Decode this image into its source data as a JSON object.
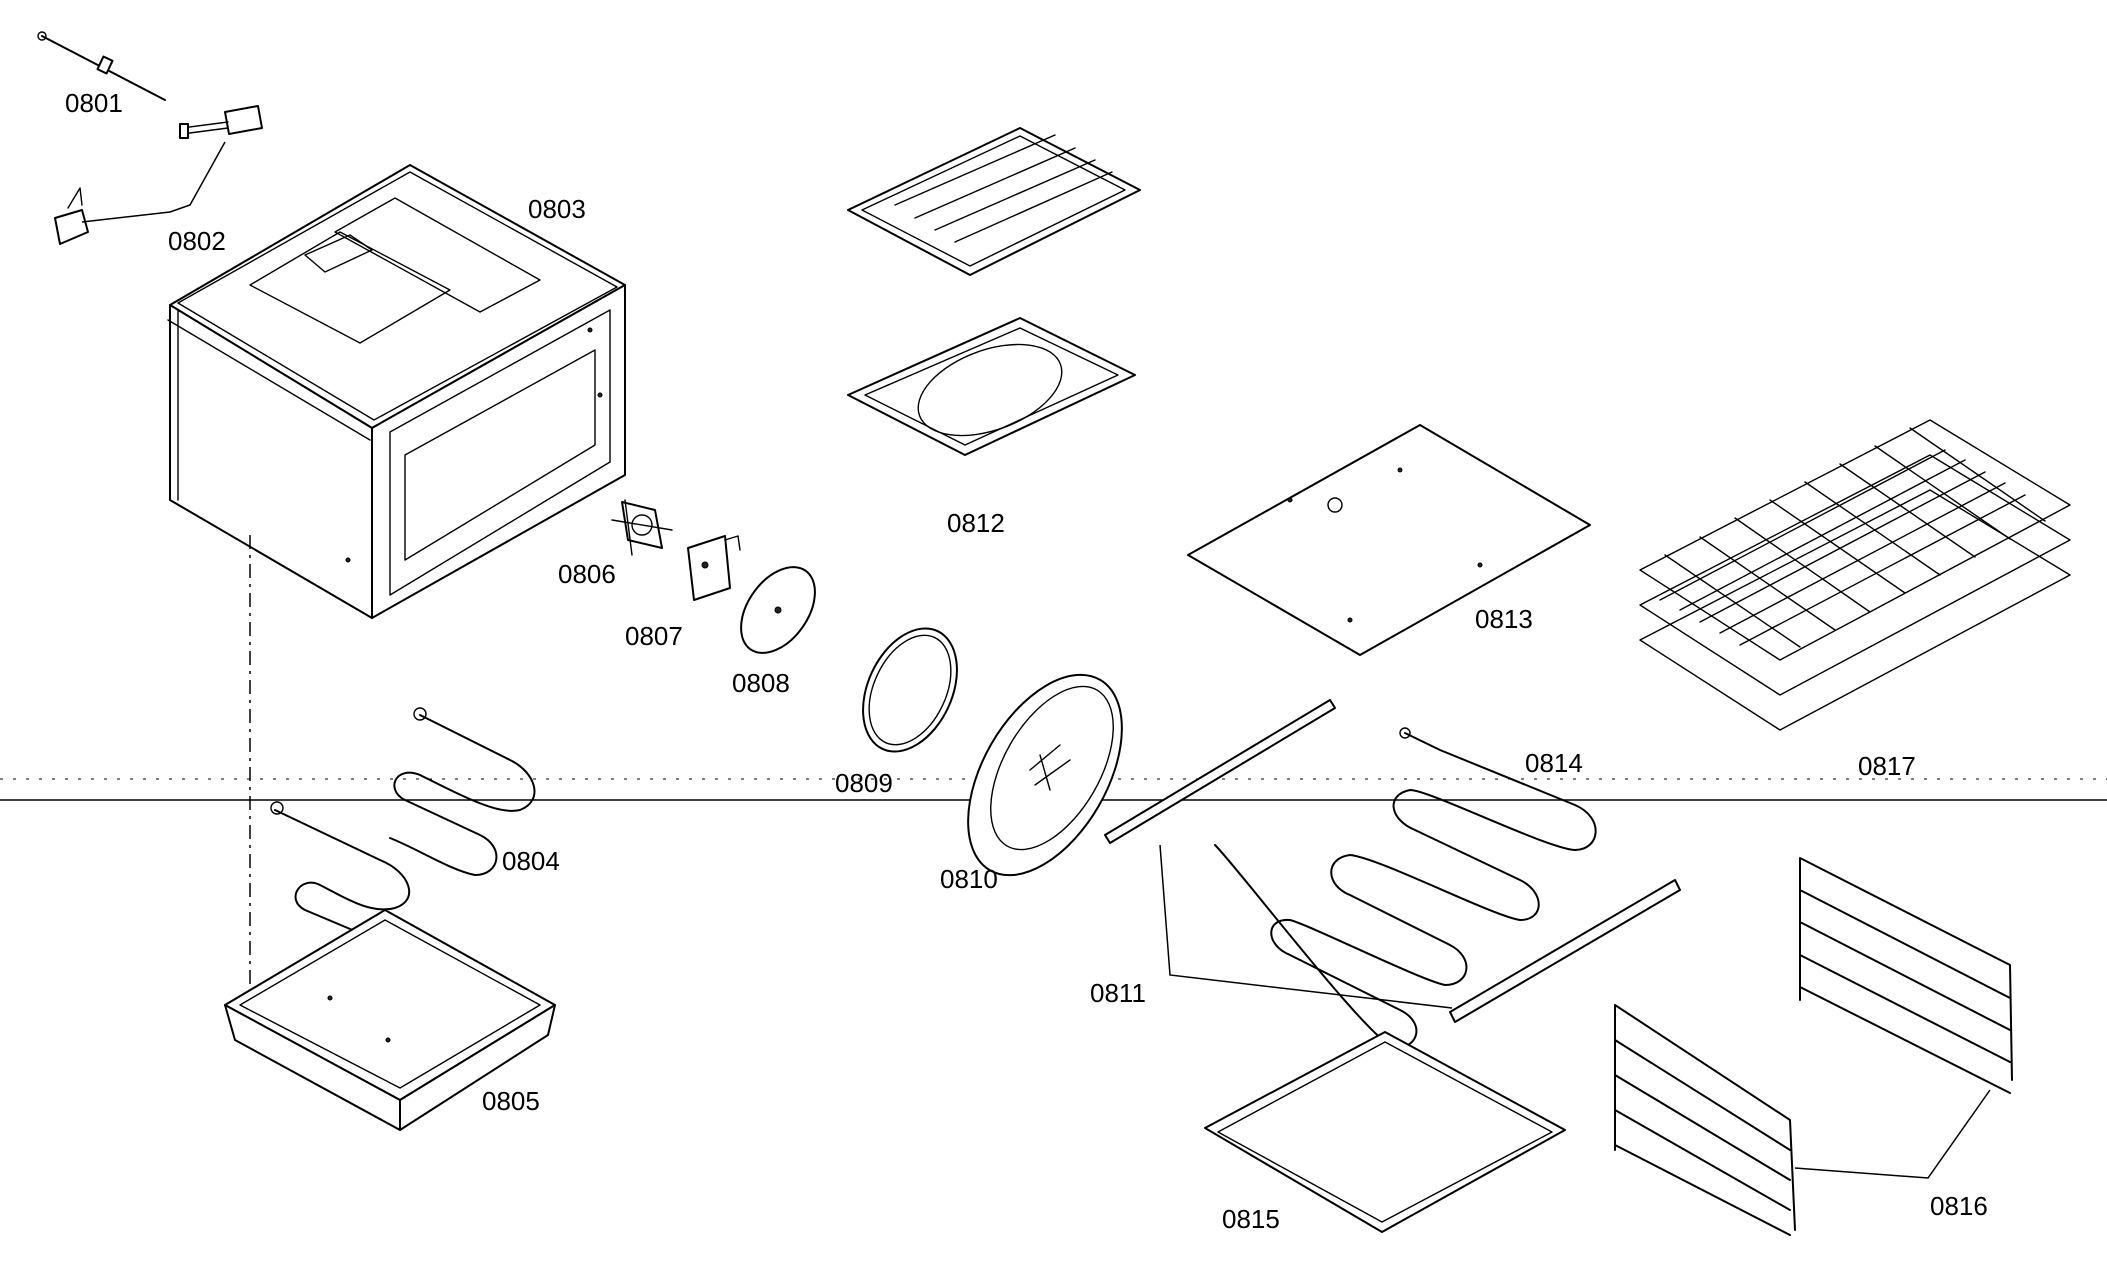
{
  "diagram": {
    "callouts": [
      {
        "id": "0801",
        "text": "0801"
      },
      {
        "id": "0802",
        "text": "0802"
      },
      {
        "id": "0803",
        "text": "0803"
      },
      {
        "id": "0804",
        "text": "0804"
      },
      {
        "id": "0805",
        "text": "0805"
      },
      {
        "id": "0806",
        "text": "0806"
      },
      {
        "id": "0807",
        "text": "0807"
      },
      {
        "id": "0808",
        "text": "0808"
      },
      {
        "id": "0809",
        "text": "0809"
      },
      {
        "id": "0810",
        "text": "0810"
      },
      {
        "id": "0811",
        "text": "0811"
      },
      {
        "id": "0812",
        "text": "0812"
      },
      {
        "id": "0813",
        "text": "0813"
      },
      {
        "id": "0814",
        "text": "0814"
      },
      {
        "id": "0815",
        "text": "0815"
      },
      {
        "id": "0816",
        "text": "0816"
      },
      {
        "id": "0817",
        "text": "0817"
      }
    ]
  }
}
